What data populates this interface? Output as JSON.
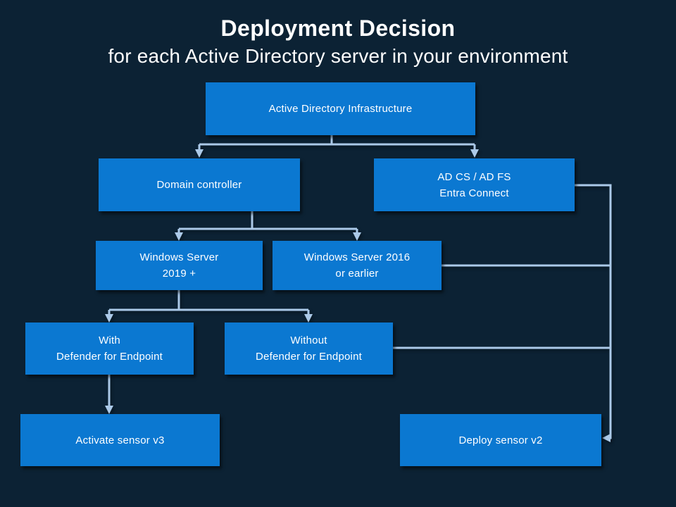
{
  "slide": {
    "title": "Deployment Decision",
    "subtitle": "for each Active Directory server in your environment"
  },
  "colors": {
    "bg": "#0c2234",
    "box": "#0b78d1",
    "line": "#abc9e8",
    "ink": "#ffffff"
  },
  "nodes": {
    "adi": {
      "line1": "Active Directory Infrastructure"
    },
    "dc": {
      "line1": "Domain controller"
    },
    "adcs": {
      "line1": "AD CS / AD FS",
      "line2": "Entra Connect"
    },
    "ws2019": {
      "line1": "Windows Server",
      "line2": "2019 +"
    },
    "ws2016": {
      "line1": "Windows Server 2016",
      "line2": "or earlier"
    },
    "with_mde": {
      "line1": "With",
      "line2": "Defender for Endpoint"
    },
    "without_mde": {
      "line1": "Without",
      "line2": "Defender for Endpoint"
    },
    "activate": {
      "line1": "Activate sensor v3"
    },
    "deploy": {
      "line1": "Deploy sensor v2"
    }
  },
  "edges": [
    {
      "from": "active-directory-infrastructure",
      "to": "domain-controller"
    },
    {
      "from": "active-directory-infrastructure",
      "to": "ad-cs-ad-fs-entra-connect"
    },
    {
      "from": "domain-controller",
      "to": "windows-server-2019-plus"
    },
    {
      "from": "domain-controller",
      "to": "windows-server-2016-or-earlier"
    },
    {
      "from": "windows-server-2019-plus",
      "to": "with-defender-for-endpoint"
    },
    {
      "from": "windows-server-2019-plus",
      "to": "without-defender-for-endpoint"
    },
    {
      "from": "with-defender-for-endpoint",
      "to": "activate-sensor-v3"
    },
    {
      "from": "ad-cs-ad-fs-entra-connect",
      "to": "deploy-sensor-v2"
    },
    {
      "from": "windows-server-2016-or-earlier",
      "to": "deploy-sensor-v2"
    },
    {
      "from": "without-defender-for-endpoint",
      "to": "deploy-sensor-v2"
    }
  ]
}
